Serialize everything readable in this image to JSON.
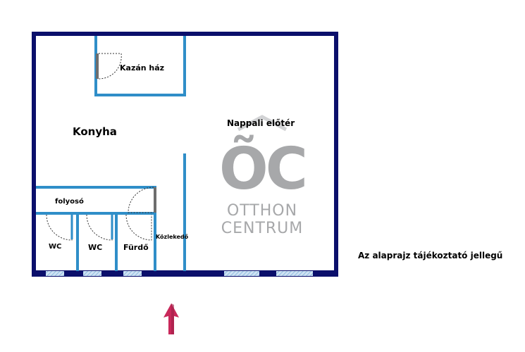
{
  "rooms": {
    "kazan": "Kazán ház",
    "konyha": "Konyha",
    "nappali": "Nappali előtér",
    "folyoso": "folyosó",
    "wc1": "WC",
    "wc2": "WC",
    "furdo": "Fürdő",
    "kozlekedo": "Közlekedő"
  },
  "watermark": {
    "logo": "ÕC",
    "line1": "OTTHON",
    "line2": "CENTRUM"
  },
  "note": "Az alaprajz tájékoztató jellegű",
  "colors": {
    "outer_wall": "#0b0f6b",
    "inner_wall": "#2f8ec8",
    "window": "#9cc6e6",
    "arrow": "#c9285a",
    "watermark": "#a7a8aa"
  },
  "icons": {
    "entrance": "entrance-arrow-icon",
    "door": "door-swing-icon"
  }
}
